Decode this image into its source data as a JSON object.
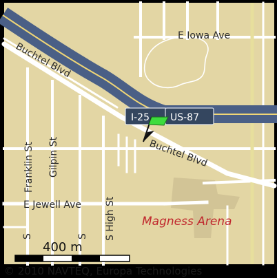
{
  "map": {
    "colors": {
      "land": "#e3d6a4",
      "frame": "#000000",
      "street": "#ffffff",
      "freeway": "#4a5f86",
      "freeway_stripe": "#f0d676",
      "arterial": "#e7df9d",
      "park": "#ffffff",
      "building": "#d2c496",
      "flag": "#3ddc3d",
      "arena_label": "#c0272d",
      "shield": "#34465f"
    },
    "streets": {
      "buchtel_nw": "Buchtel Blvd",
      "buchtel_se": "Buchtel Blvd",
      "iowa": "E Iowa Ave",
      "jewell": "E Jewell Ave",
      "franklin": "Franklin St",
      "gilpin": "Gilpin St",
      "high": "S High St",
      "s_fragment": "S",
      "s_fragment2": "S"
    },
    "shields": {
      "interstate": "I-25",
      "us_route": "US-87"
    },
    "poi": {
      "arena": "Magness Arena"
    },
    "scale": {
      "label": "400 m"
    },
    "icons": {
      "pin": "flag-icon"
    },
    "copyright": "© 2010 NAVTEQ, Europa Technologies"
  }
}
